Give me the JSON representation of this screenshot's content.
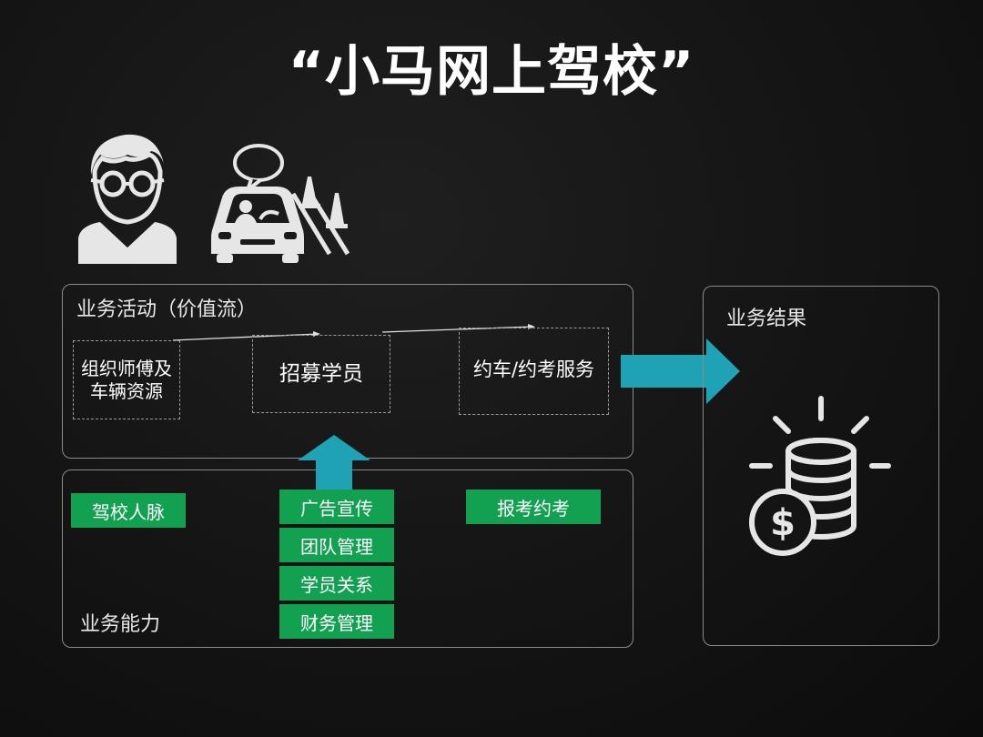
{
  "title": "“小马网上驾校”",
  "activities": {
    "label": "业务活动（价值流）",
    "steps": [
      "组织师傅及\n车辆资源",
      "招募学员",
      "约车/约考服务"
    ]
  },
  "results": {
    "label": "业务结果"
  },
  "capabilities": {
    "label": "业务能力",
    "left": "驾校人脉",
    "center": [
      "广告宣传",
      "团队管理",
      "学员关系",
      "财务管理"
    ],
    "right": "报考约考"
  },
  "icons": [
    "student-icon",
    "driving-car-icon",
    "traffic-cone-icon",
    "money-coins-icon"
  ],
  "colors": {
    "accent_arrow": "#1fa3b4",
    "capability_fill": "#12a150",
    "panel_border": "#8a8a8a"
  }
}
